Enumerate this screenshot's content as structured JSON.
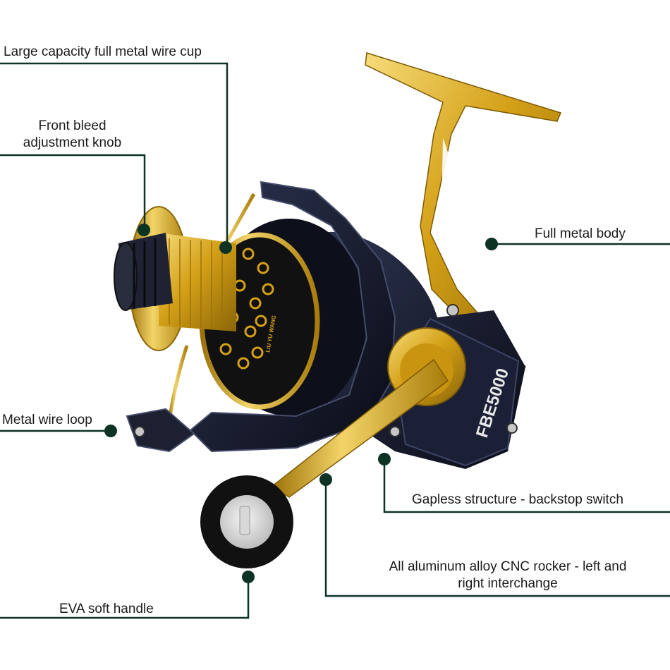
{
  "labels": {
    "wire_cup": "Large capacity full metal wire cup",
    "bleed_knob_line1": "Front bleed",
    "bleed_knob_line2": "adjustment knob",
    "metal_body": "Full metal body",
    "wire_loop": "Metal wire loop",
    "backstop": "Gapless structure - backstop switch",
    "rocker_line1": "All aluminum alloy CNC rocker - left and",
    "rocker_line2": "right interchange",
    "handle": "EVA soft handle"
  },
  "product": {
    "model": "FBE5000",
    "brand": "LIU YU WANG"
  },
  "colors": {
    "callout_line": "#0c3324",
    "gold": "#d4a017",
    "body": "#14182a",
    "background": "#ffffff"
  }
}
